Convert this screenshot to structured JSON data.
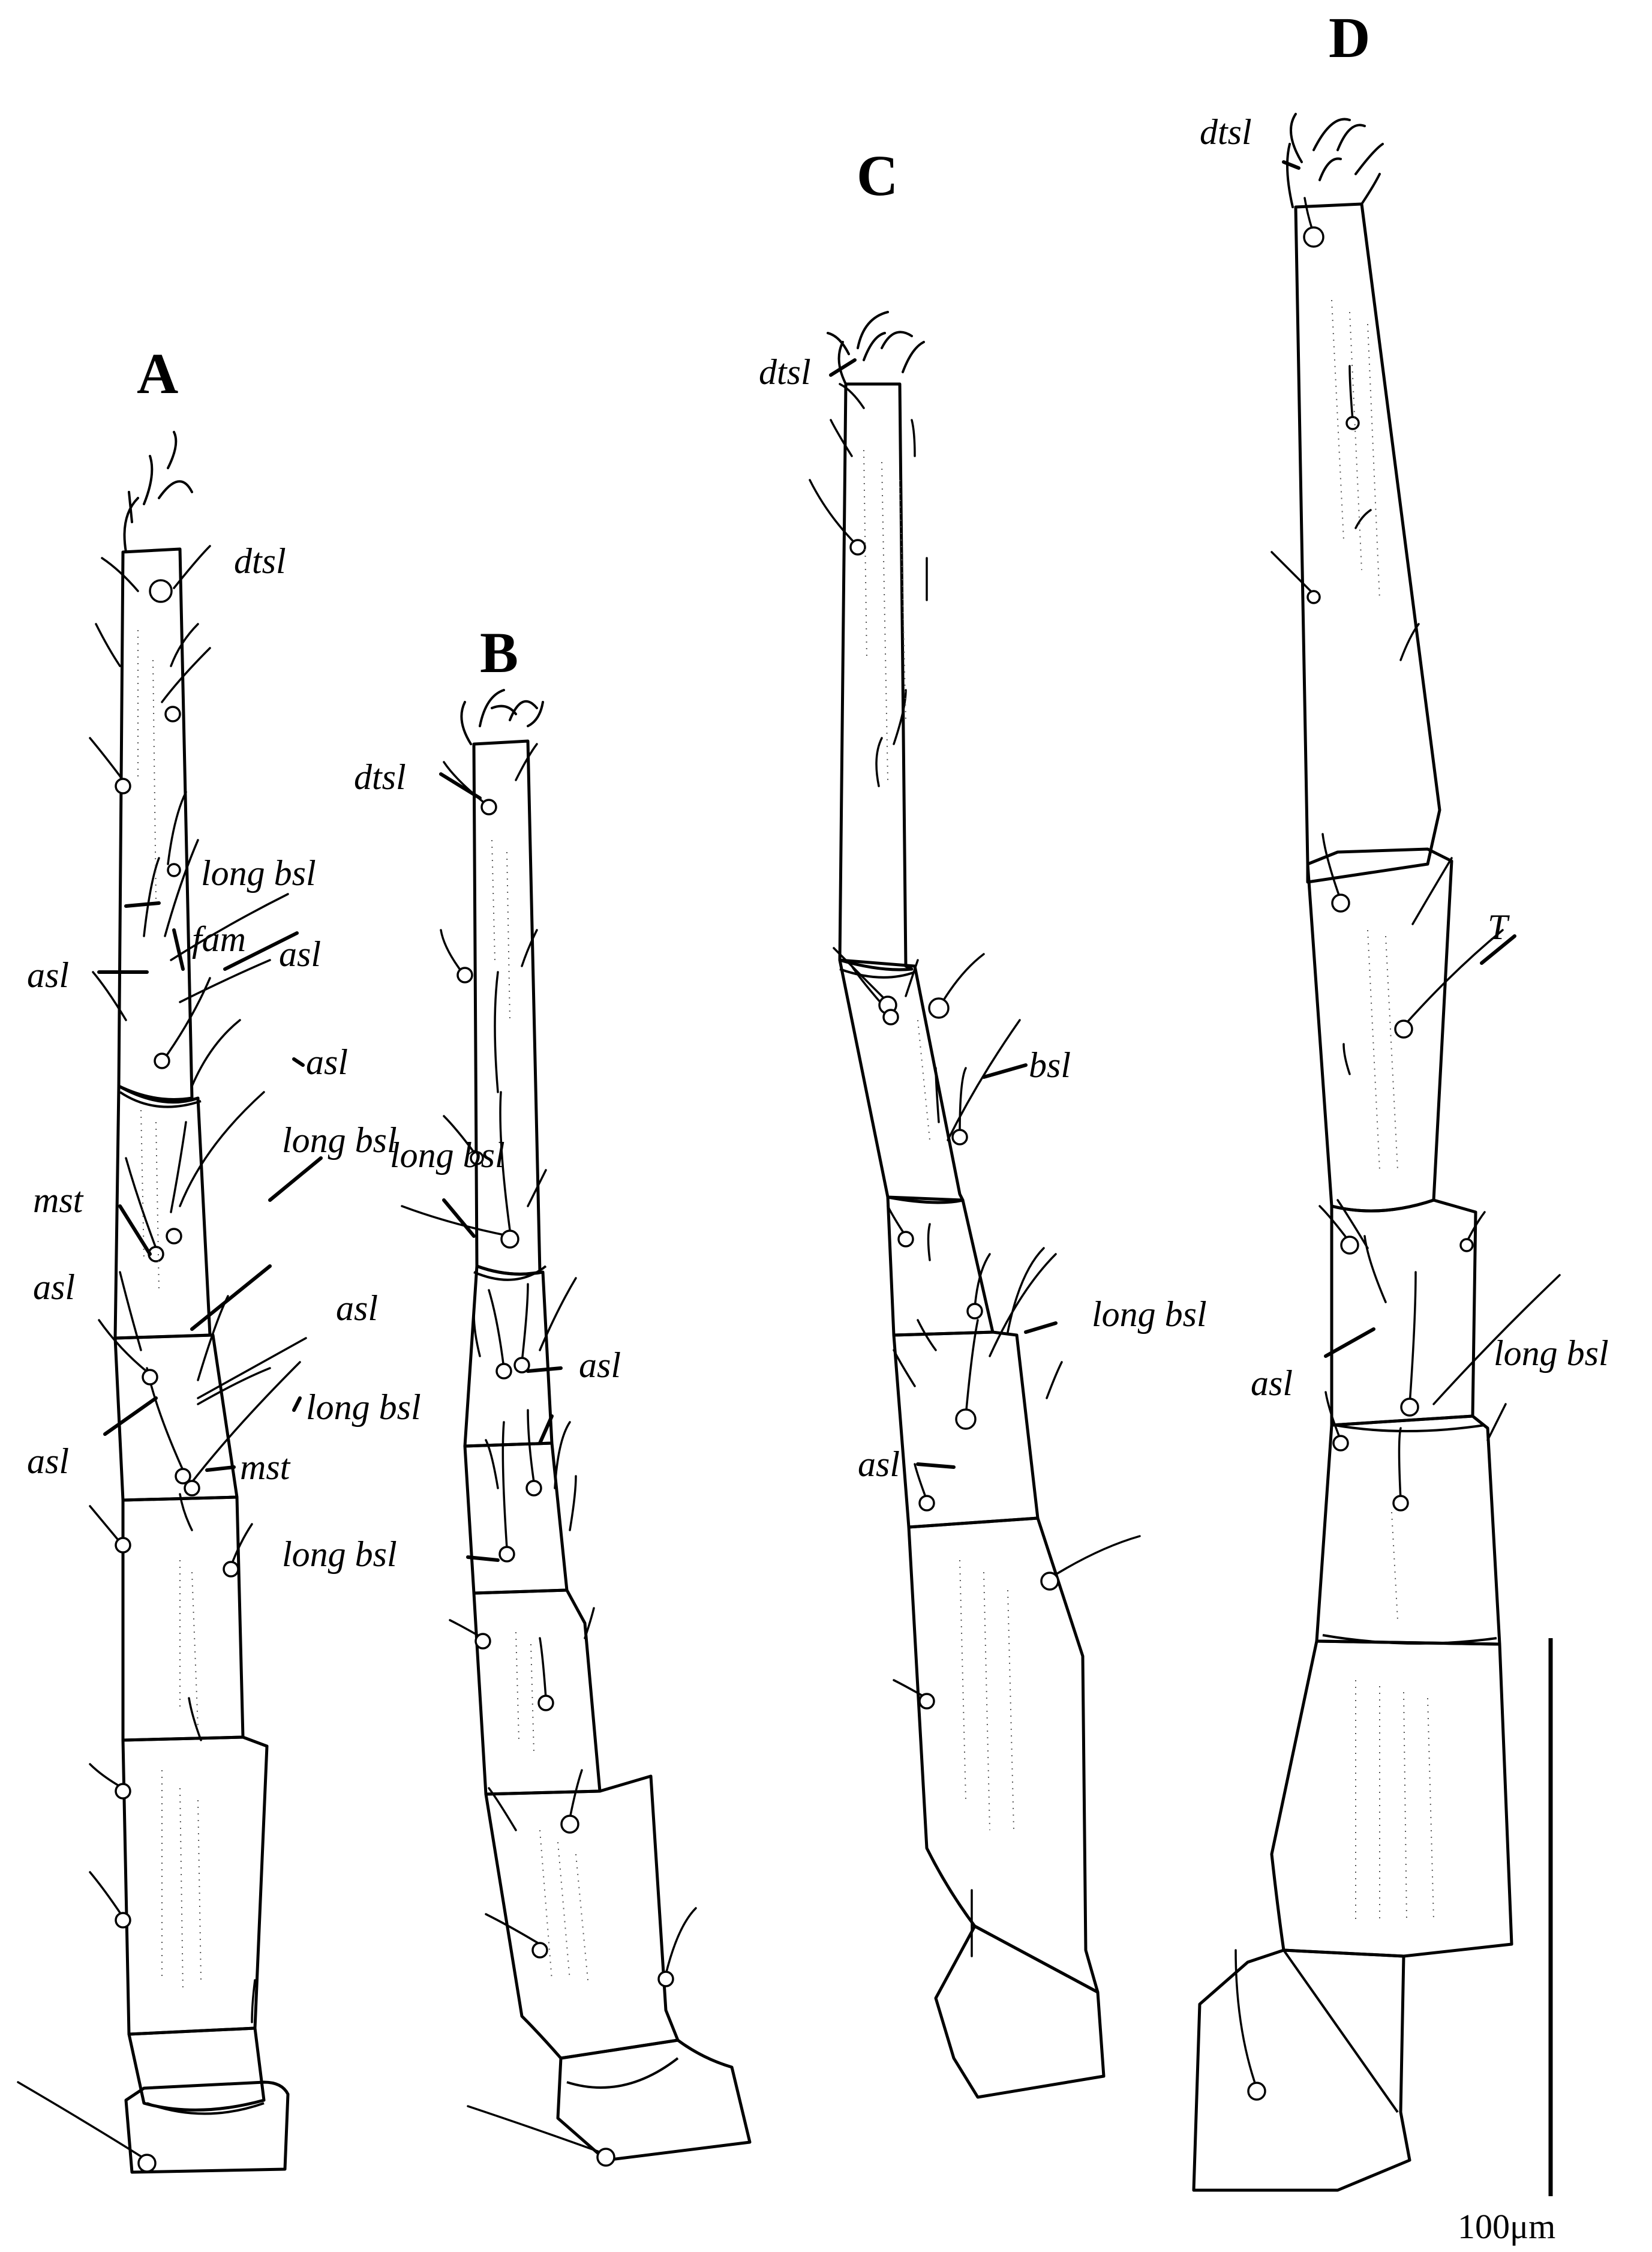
{
  "panels": {
    "A": {
      "letter": "A",
      "labels": [
        "dtsl",
        "long bsl",
        "fam",
        "asl",
        "asl",
        "asl",
        "long bsl",
        "mst",
        "asl",
        "asl",
        "asl",
        "long bsl",
        "mst"
      ]
    },
    "B": {
      "letter": "B",
      "labels": [
        "dtsl",
        "long bsl",
        "asl",
        "long bsl"
      ]
    },
    "C": {
      "letter": "C",
      "labels": [
        "dtsl",
        "bsl",
        "long bsl",
        "asl"
      ]
    },
    "D": {
      "letter": "D",
      "labels": [
        "dtsl",
        "T",
        "asl",
        "long bsl"
      ]
    }
  },
  "scale": {
    "label": "100μm"
  }
}
